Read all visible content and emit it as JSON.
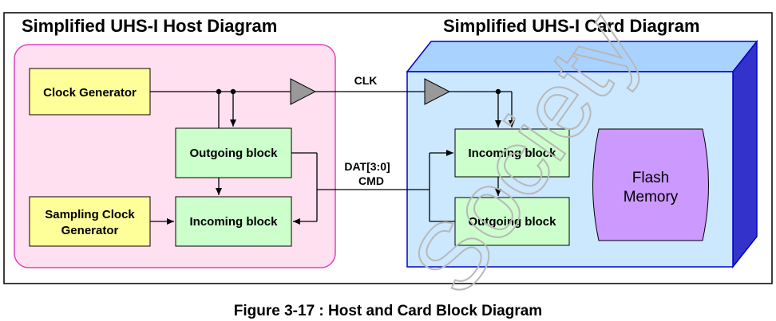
{
  "host": {
    "title": "Simplified UHS-I Host Diagram",
    "clock_generator": "Clock Generator",
    "outgoing_block": "Outgoing block",
    "incoming_block": "Incoming block",
    "sampling_clock_line1": "Sampling Clock",
    "sampling_clock_line2": "Generator"
  },
  "card": {
    "title": "Simplified UHS-I Card Diagram",
    "incoming_block": "Incoming block",
    "outgoing_block": "Outgoing block",
    "flash_line1": "Flash",
    "flash_line2": "Memory"
  },
  "signals": {
    "clk": "CLK",
    "dat": "DAT[3:0]",
    "cmd": "CMD"
  },
  "caption": "Figure 3-17 : Host and Card Block Diagram",
  "watermark": "Society",
  "colors": {
    "host_bg": "#ffe0f0",
    "host_border": "#e040c0",
    "card_bg": "#cce8ff",
    "card_border": "#0000cc",
    "yellow_block": "#ffff99",
    "green_block": "#ccffcc",
    "flash_fill": "#cc99ff",
    "buffer_fill": "#999999"
  }
}
